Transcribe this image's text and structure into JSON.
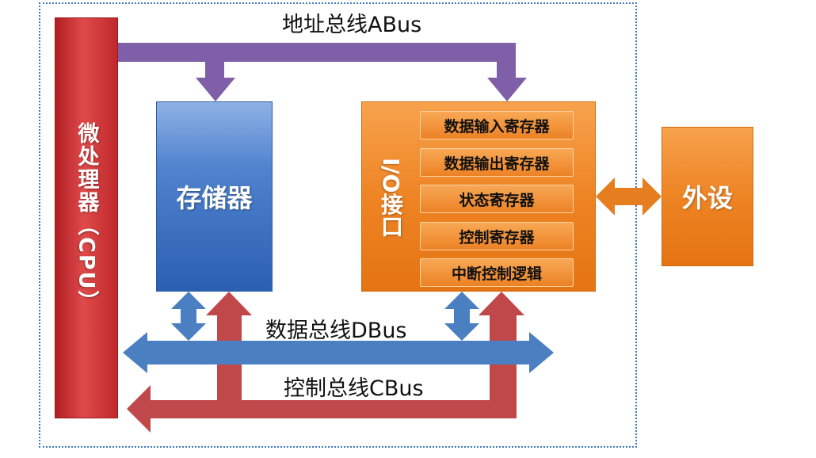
{
  "cpu": {
    "label": "微处理器（CPU）"
  },
  "memory": {
    "label": "存储器"
  },
  "io": {
    "label": "I/O接口",
    "registers": [
      "数据输入寄存器",
      "数据输出寄存器",
      "状态寄存器",
      "控制寄存器",
      "中断控制逻辑"
    ]
  },
  "peripheral": {
    "label": "外设"
  },
  "buses": {
    "abus": "地址总线ABus",
    "dbus": "数据总线DBus",
    "cbus": "控制总线CBus"
  },
  "colors": {
    "address_bus": "#7f5fa8",
    "data_bus": "#4a7fc1",
    "control_bus": "#c0484b",
    "io_arrow": "#e67d1f"
  }
}
